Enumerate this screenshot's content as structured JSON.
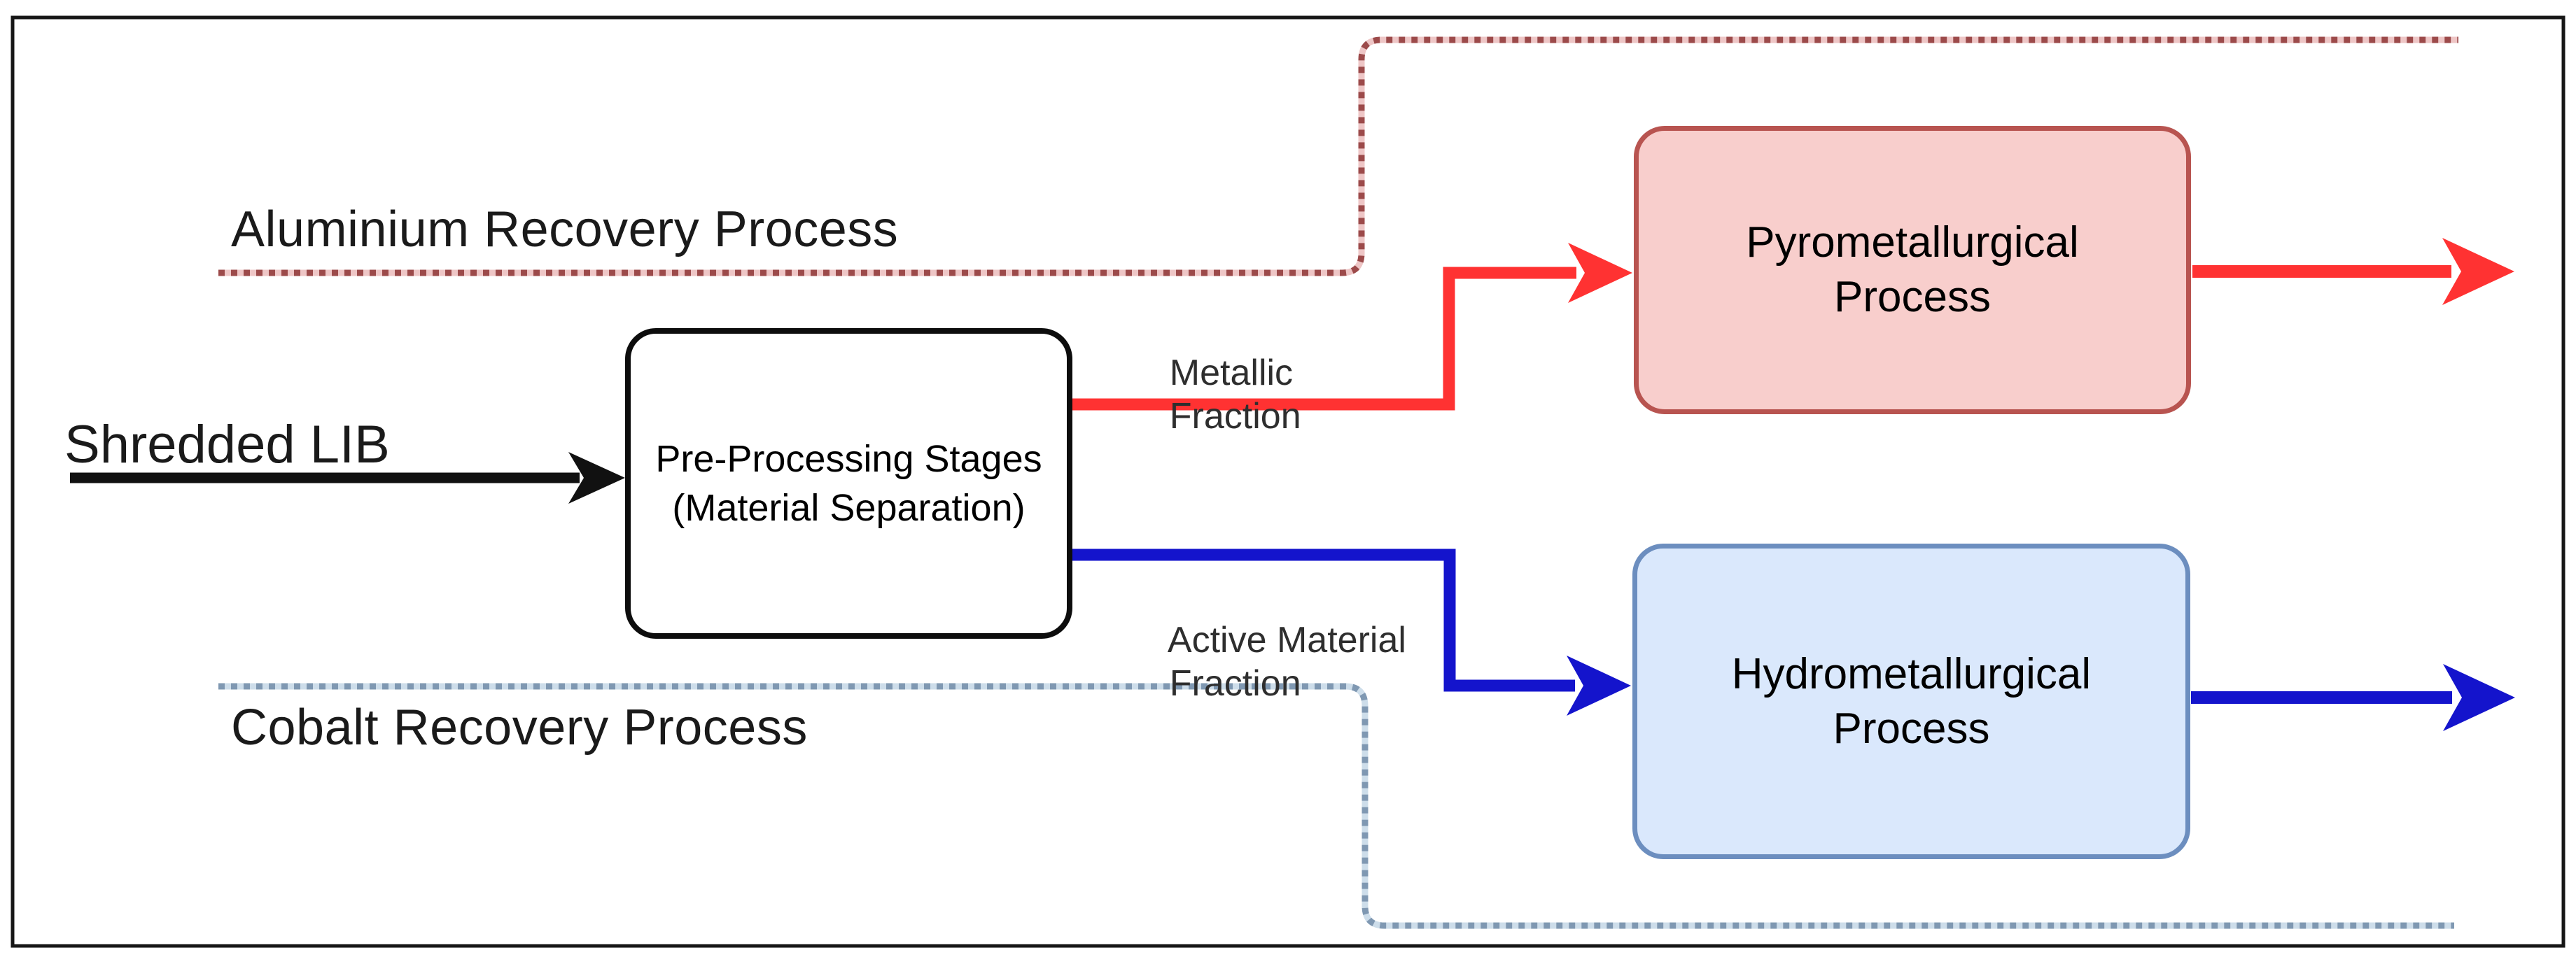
{
  "diagram": {
    "input_label": "Shredded LIB",
    "region_labels": {
      "aluminium": "Aluminium Recovery Process",
      "cobalt": "Cobalt Recovery Process"
    },
    "nodes": {
      "preprocessing": {
        "line1": "Pre-Processing Stages",
        "line2": "(Material Separation)"
      },
      "pyrometallurgical": {
        "line1": "Pyrometallurgical",
        "line2": "Process"
      },
      "hydrometallurgical": {
        "line1": "Hydrometallurgical",
        "line2": "Process"
      }
    },
    "edge_labels": {
      "metallic": {
        "line1": "Metallic",
        "line2": "Fraction"
      },
      "active": {
        "line1": "Active Material",
        "line2": "Fraction"
      }
    },
    "colors": {
      "black_line": "#111111",
      "red_line": "#ff3232",
      "blue_line": "#1414cc",
      "pyro_fill": "#f8cecc",
      "pyro_stroke": "#b85450",
      "hydro_fill": "#dae8fc",
      "hydro_stroke": "#6c8ebf",
      "red_dotted_dark": "#9c4a4a",
      "red_dotted_light": "#eec6c6",
      "blue_dotted_dark": "#7f98b2",
      "blue_dotted_light": "#cdddea",
      "border": "#161616"
    }
  }
}
